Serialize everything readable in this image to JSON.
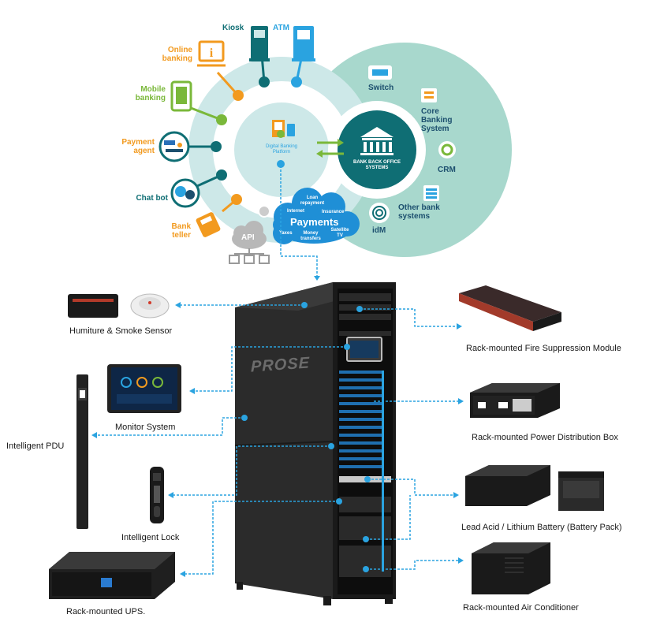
{
  "channels": {
    "kiosk": "Kiosk",
    "atm": "ATM",
    "online_banking": "Online banking",
    "mobile_banking": "Mobile banking",
    "payment_agent": "Payment agent",
    "chat_bot": "Chat bot",
    "bank_teller": "Bank teller",
    "api": "API"
  },
  "center": {
    "platform": "Digital Banking Platform",
    "back_office": "BANK BACK OFFICE SYSTEMS"
  },
  "back_office_items": {
    "switch": "Switch",
    "core_banking": "Core Banking System",
    "crm": "CRM",
    "other_bank": "Other bank systems",
    "idm": "idM"
  },
  "payments_cloud": {
    "title": "Payments",
    "loan": "Loan repayment",
    "internet": "Internet",
    "insurance": "Insurance",
    "taxes": "Taxes",
    "money": "Money transfers",
    "satellite": "Satellite TV"
  },
  "cabinet_brand": "PROSE",
  "devices": {
    "humiture": "Humiture & Smoke Sensor",
    "monitor": "Monitor System",
    "pdu": "Intelligent PDU",
    "lock": "Intelligent Lock",
    "ups": "Rack-mounted UPS.",
    "fire": "Rack-mounted Fire Suppression Module",
    "power_box": "Rack-mounted Power Distribution Box",
    "battery": "Lead Acid / Lithium Battery (Battery Pack)",
    "aircon": "Rack-mounted Air Conditioner"
  },
  "colors": {
    "teal_dark": "#0f6e74",
    "teal_ring": "#cde8e8",
    "teal_bo": "#a8d8cd",
    "orange": "#f29a1f",
    "green": "#7ab83a",
    "connector": "#2aa3e0"
  }
}
